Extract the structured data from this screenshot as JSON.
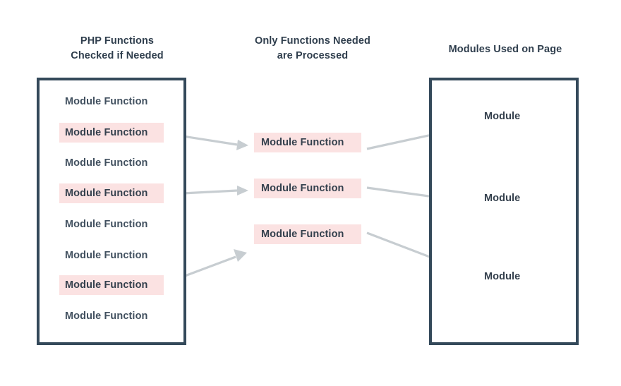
{
  "diagram": {
    "background": "#ffffff",
    "accent_border": "#34495a",
    "highlight_bg": "#fbe2e2",
    "arrow_color": "#c7cdd1",
    "text_color": "#34404d"
  },
  "columns": {
    "left": {
      "title": "PHP Functions\nChecked if Needed",
      "items": [
        {
          "label": "Module Function",
          "highlighted": false
        },
        {
          "label": "Module Function",
          "highlighted": true
        },
        {
          "label": "Module Function",
          "highlighted": false
        },
        {
          "label": "Module Function",
          "highlighted": true
        },
        {
          "label": "Module Function",
          "highlighted": false
        },
        {
          "label": "Module Function",
          "highlighted": false
        },
        {
          "label": "Module Function",
          "highlighted": true
        },
        {
          "label": "Module Function",
          "highlighted": false
        }
      ]
    },
    "middle": {
      "title": "Only Functions Needed\nare Processed",
      "items": [
        {
          "label": "Module Function",
          "highlighted": true
        },
        {
          "label": "Module Function",
          "highlighted": true
        },
        {
          "label": "Module Function",
          "highlighted": true
        }
      ]
    },
    "right": {
      "title": "Modules Used on Page",
      "items": [
        {
          "label": "Module"
        },
        {
          "label": "Module"
        },
        {
          "label": "Module"
        }
      ]
    }
  }
}
